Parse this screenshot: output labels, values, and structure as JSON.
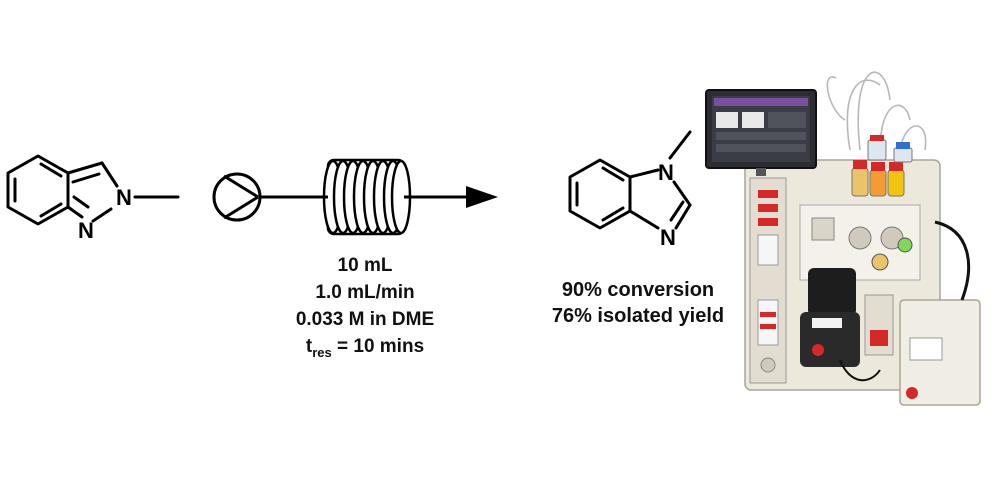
{
  "starting_material": {
    "atoms": {
      "n1": "N",
      "n2": "N"
    }
  },
  "flow": {
    "conditions": {
      "volume": "10 mL",
      "flow_rate": "1.0 mL/min",
      "concentration": "0.033 M in DME",
      "residence_time_symbol": "t",
      "residence_time_subscript": "res",
      "residence_time_value": " = 10 mins"
    }
  },
  "product": {
    "atoms": {
      "n1": "N",
      "n3": "N"
    },
    "conversion": "90% conversion",
    "isolated_yield": "76% isolated yield"
  },
  "colors": {
    "line": "#000000",
    "instrument_body": "#ece8dc",
    "accent_red": "#d62828",
    "screen": "#2b2d33"
  }
}
